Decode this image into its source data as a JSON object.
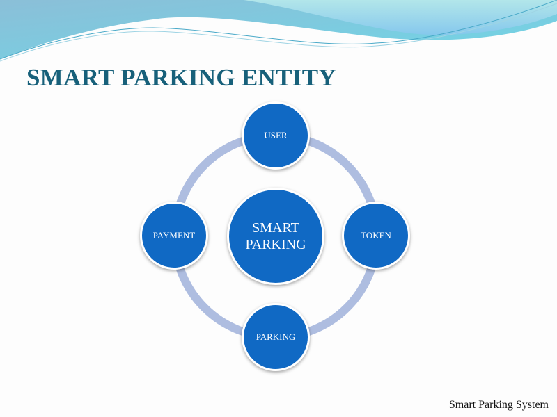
{
  "title": "SMART PARKING ENTITY",
  "diagram": {
    "center": {
      "line1": "SMART",
      "line2": "PARKING"
    },
    "nodes": {
      "top": "USER",
      "right": "TOKEN",
      "bottom": "PARKING",
      "left": "PAYMENT"
    }
  },
  "footer": "Smart Parking System",
  "colors": {
    "node": "#1069c4",
    "ring": "#aebde0",
    "title": "#17607a"
  }
}
